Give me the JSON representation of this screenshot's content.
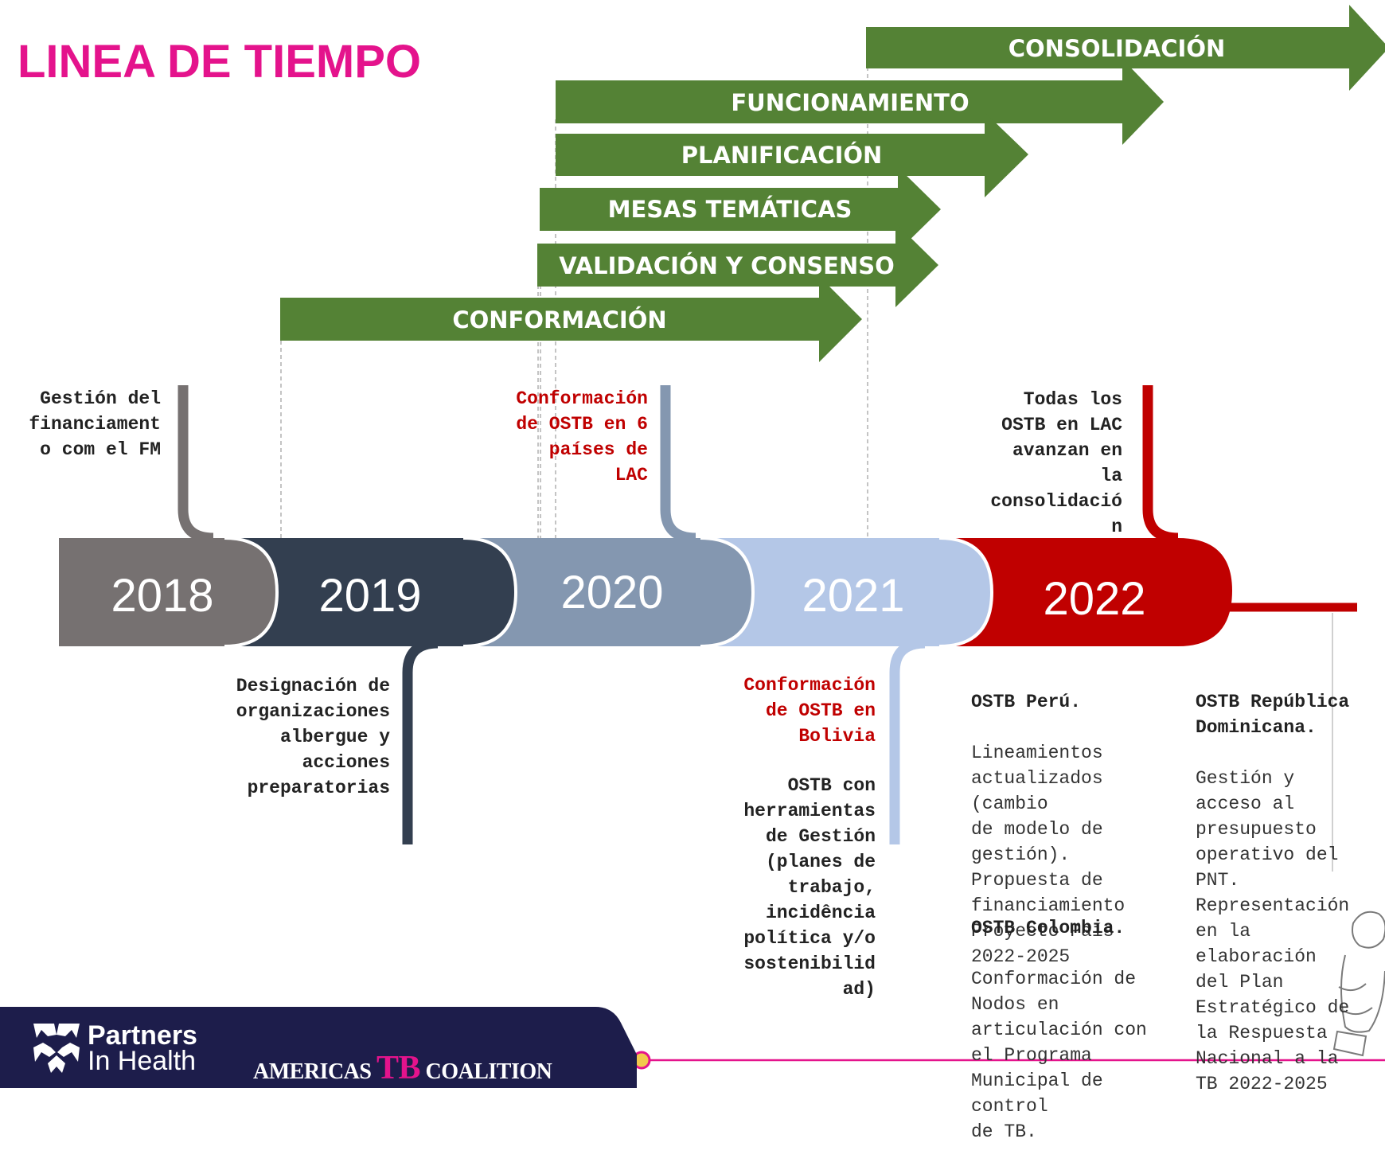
{
  "title": "LINEA DE TIEMPO",
  "colors": {
    "title": "#e4138c",
    "phase_arrow": "#548235",
    "year_2018": "#767171",
    "year_2019": "#333f50",
    "year_2020": "#8497b0",
    "year_2021": "#b4c7e7",
    "year_2022": "#c00000",
    "annotation_red": "#c00000",
    "footer_band": "#1d1d4b"
  },
  "phases": [
    {
      "label": "CONSOLIDACIÓN"
    },
    {
      "label": "FUNCIONAMIENTO"
    },
    {
      "label": "PLANIFICACIÓN"
    },
    {
      "label": "MESAS TEMÁTICAS"
    },
    {
      "label": "VALIDACIÓN Y CONSENSO"
    },
    {
      "label": "CONFORMACIÓN"
    }
  ],
  "years": [
    {
      "label": "2018"
    },
    {
      "label": "2019"
    },
    {
      "label": "2020"
    },
    {
      "label": "2021"
    },
    {
      "label": "2022"
    }
  ],
  "annotations": {
    "y2018_top": "Gestión del\nfinanciament\no com el FM",
    "y2019_bottom": "Designación de\norganizaciones\nalbergue y\nacciones\npreparatorias",
    "y2020_top": "Conformación\nde OSTB en 6\npaíses de\nLAC",
    "y2021_bottom_red": "Conformación\nde OSTB en\nBolivia",
    "y2021_bottom_dark": "OSTB con\nherramientas\nde Gestión\n(planes de\ntrabajo,\nincidência\npolítica y/o\nsostenibilid\nad)",
    "y2022_top": "Todas los\nOSTB en LAC\navanzan en\nla\nconsolidació\nn",
    "peru_head": "OSTB Perú.",
    "peru_body": "Lineamientos\nactualizados\n(cambio\nde modelo de\ngestión).\nPropuesta de\nfinanciamiento\nProyecto País\n2022-2025",
    "colombia_head": "OSTB Colombia.",
    "colombia_body": "Conformación de\nNodos en\narticulación con\nel Programa\nMunicipal de\ncontrol\nde TB.",
    "rd_head": "OSTB República\nDominicana.",
    "rd_body": "Gestión y\nacceso al\npresupuesto\noperativo del\nPNT.\nRepresentación\nen la\nelaboración\ndel Plan\nEstratégico de\nla Respuesta\nNacional a la\nTB 2022-2025"
  },
  "footer": {
    "pih_line1": "Partners",
    "pih_line2": "In Health",
    "coalition_pre": "AMERICAS ",
    "coalition_tb": "TB",
    "coalition_post": " COALITION"
  }
}
